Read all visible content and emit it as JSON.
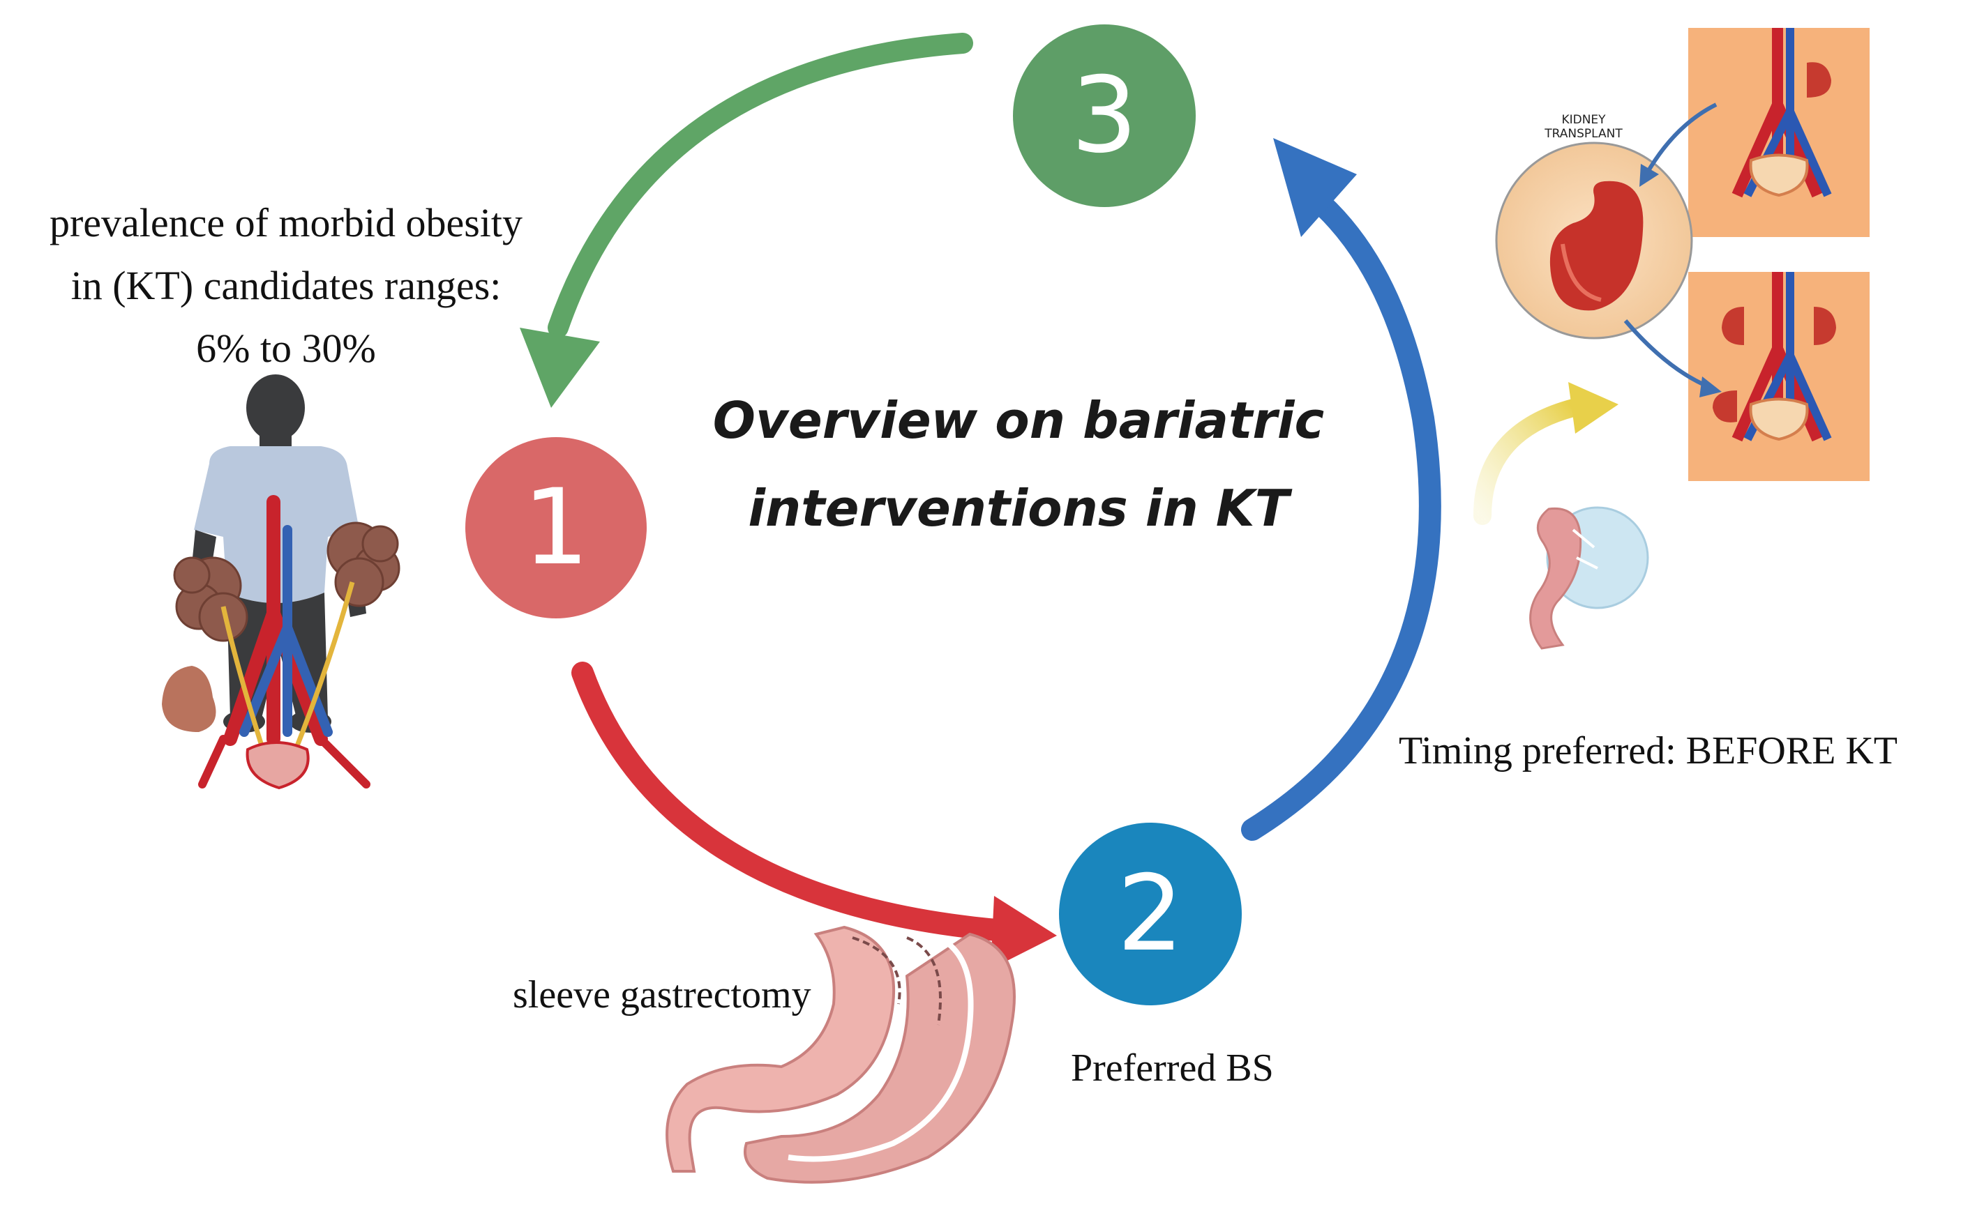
{
  "title": {
    "line1": "Overview on bariatric",
    "line2": "interventions in KT"
  },
  "steps": [
    {
      "number": "1",
      "color": "#d96868"
    },
    {
      "number": "2",
      "color": "#1a86bd"
    },
    {
      "number": "3",
      "color": "#5e9e67"
    }
  ],
  "prevalence": {
    "line1": "prevalence of morbid obesity",
    "line2": "in  (KT) candidates  ranges:",
    "line3": "6% to 30%"
  },
  "sleeve_label": "sleeve gastrectomy",
  "preferred_label": "Preferred BS",
  "timing_label": "Timing preferred: BEFORE KT",
  "kidney_transplant_label": {
    "line1": "KIDNEY",
    "line2": "TRANSPLANT"
  },
  "arrow_colors": {
    "red": "#d8343b",
    "blue": "#3572c0",
    "green": "#5fa566",
    "yellow": "#e8d04a"
  }
}
